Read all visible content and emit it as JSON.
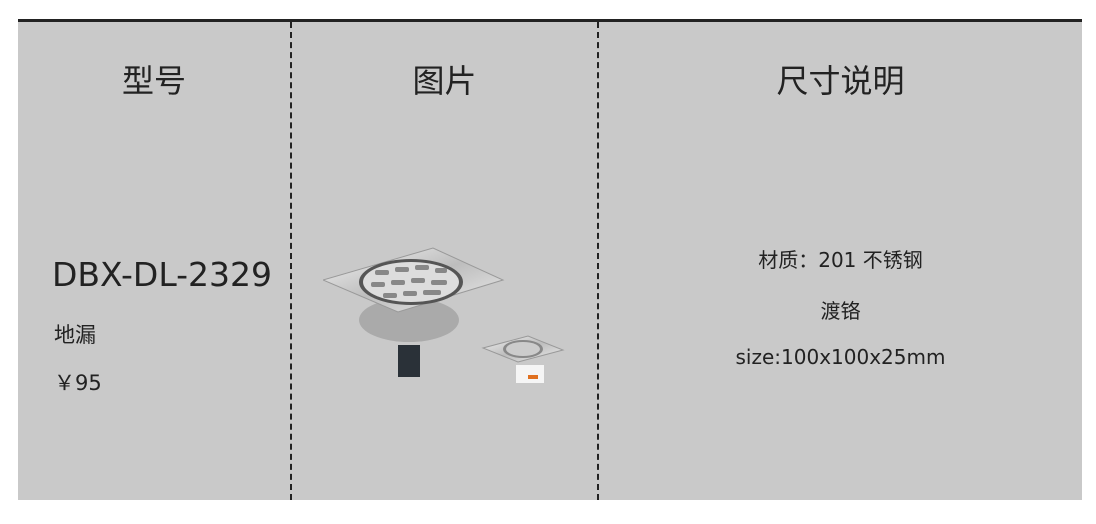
{
  "headers": {
    "model": "型号",
    "image": "图片",
    "spec": "尺寸说明"
  },
  "product": {
    "model": "DBX-DL-2329",
    "name": "地漏",
    "price": "￥95",
    "material": "材质：201 不锈钢",
    "finish": "渡铬",
    "size": "size:100x100x25mm"
  }
}
